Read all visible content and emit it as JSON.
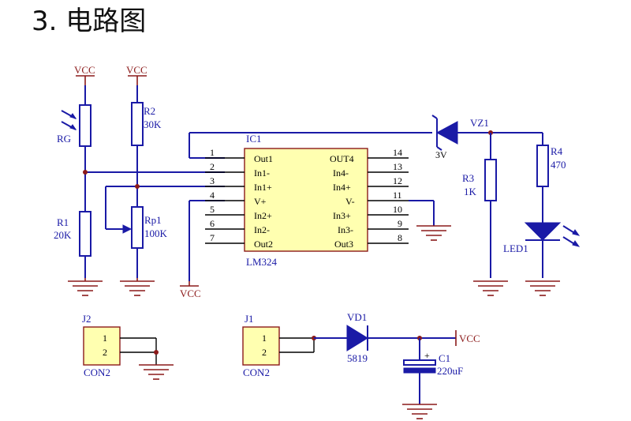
{
  "title": "3. 电路图",
  "vcc": "VCC",
  "resistors": {
    "rg": "RG",
    "r1_name": "R1",
    "r1_value": "20K",
    "r2_name": "R2",
    "r2_value": "30K",
    "rp1_name": "Rp1",
    "rp1_value": "100K",
    "r3_name": "R3",
    "r3_value": "1K",
    "r4_name": "R4",
    "r4_value": "470"
  },
  "ic": {
    "ref": "IC1",
    "part": "LM324",
    "left_pins": [
      {
        "num": "1",
        "name": "Out1"
      },
      {
        "num": "2",
        "name": "In1-"
      },
      {
        "num": "3",
        "name": "In1+"
      },
      {
        "num": "4",
        "name": "V+"
      },
      {
        "num": "5",
        "name": "In2+"
      },
      {
        "num": "6",
        "name": "In2-"
      },
      {
        "num": "7",
        "name": "Out2"
      }
    ],
    "right_pins": [
      {
        "num": "14",
        "name": "OUT4"
      },
      {
        "num": "13",
        "name": "In4-"
      },
      {
        "num": "12",
        "name": "In4+"
      },
      {
        "num": "11",
        "name": "V-"
      },
      {
        "num": "10",
        "name": "In3+"
      },
      {
        "num": "9",
        "name": "In3-"
      },
      {
        "num": "8",
        "name": "Out3"
      }
    ]
  },
  "zener": {
    "name": "VZ1",
    "value": "3V"
  },
  "led": "LED1",
  "connectors": {
    "j2": "J2",
    "j1": "J1",
    "part": "CON2",
    "pin1": "1",
    "pin2": "2"
  },
  "diode": {
    "name": "VD1",
    "value": "5819"
  },
  "capacitor": {
    "name": "C1",
    "value": "220uF",
    "polarity": "+"
  }
}
